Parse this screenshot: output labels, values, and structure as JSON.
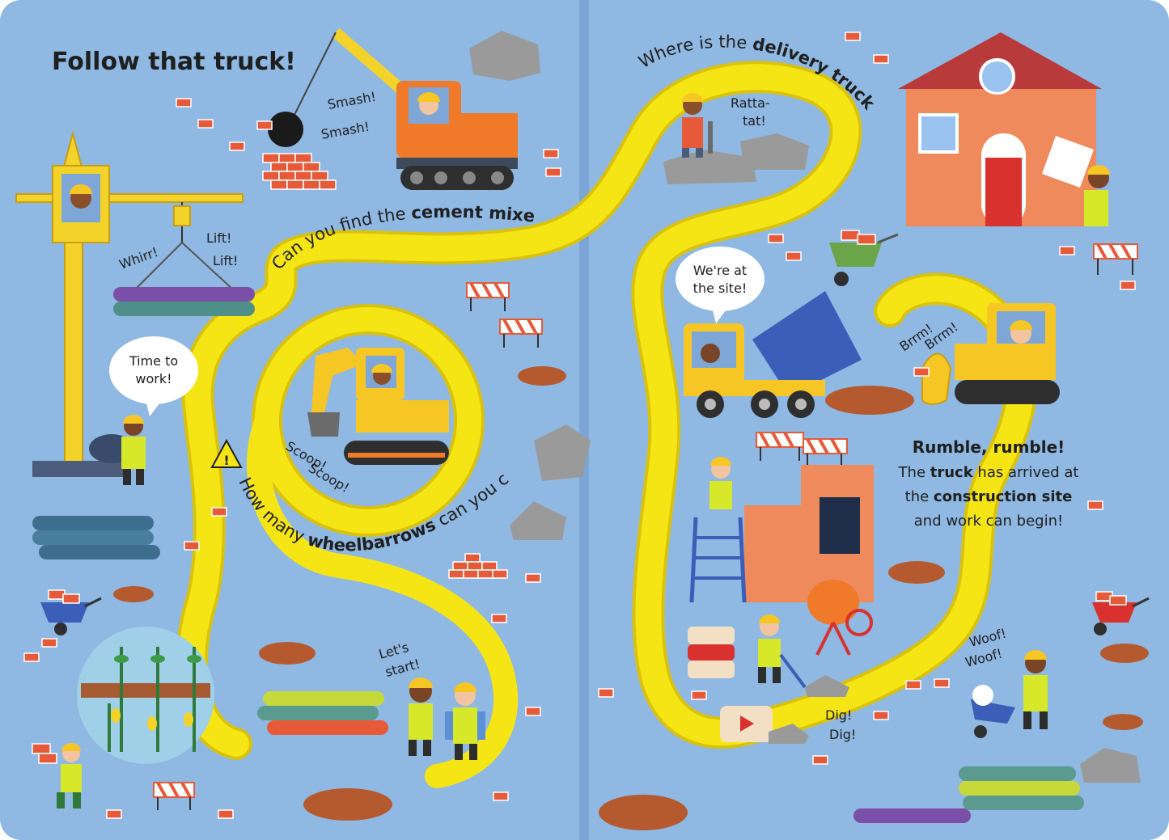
{
  "page_title": "Follow that truck!",
  "questions": {
    "cement": {
      "prefix": "Can you find the ",
      "bold": "cement mixer",
      "suffix": "?"
    },
    "delivery": {
      "prefix": "Where is the ",
      "bold": "delivery truck",
      "suffix": "?"
    },
    "wheelbarrows": {
      "prefix": "How many ",
      "bold": "wheelbarrows",
      "suffix": " can you count?"
    }
  },
  "sound_effects": {
    "smash_1": "Smash!",
    "smash_2": "Smash!",
    "whirr": "Whirr!",
    "lift_1": "Lift!",
    "lift_2": "Lift!",
    "scoop_1": "Scoop!",
    "scoop_2": "Scoop!",
    "ratta": "Ratta-",
    "tat": "tat!",
    "brrm_1": "Brrm!",
    "brrm_2": "Brrm!",
    "dig_1": "Dig!",
    "dig_2": "Dig!",
    "woof_1": "Woof!",
    "woof_2": "Woof!",
    "lets": "Let's",
    "start": "start!"
  },
  "speech_bubbles": {
    "time_to_work": {
      "line1": "Time to",
      "line2": "work!"
    },
    "at_site": {
      "line1": "We're at",
      "line2": "the site!"
    }
  },
  "rumble_text": {
    "title": "Rumble, rumble!",
    "l2_a": "The ",
    "l2_b": "truck",
    "l2_c": " has arrived at",
    "l3_a": "the ",
    "l3_b": "construction site",
    "l4": "and work can begin!"
  },
  "colors": {
    "page": "#8fb8e2",
    "track": "#f6e515",
    "brick": "#e65a3a",
    "house": "#ee8a5c",
    "roof": "#b93a3a",
    "crane": "#f3d32a",
    "excavator": "#f6c624",
    "orange_crane_truck": "#f07a2a",
    "dump_bed": "#3b5fb8"
  }
}
